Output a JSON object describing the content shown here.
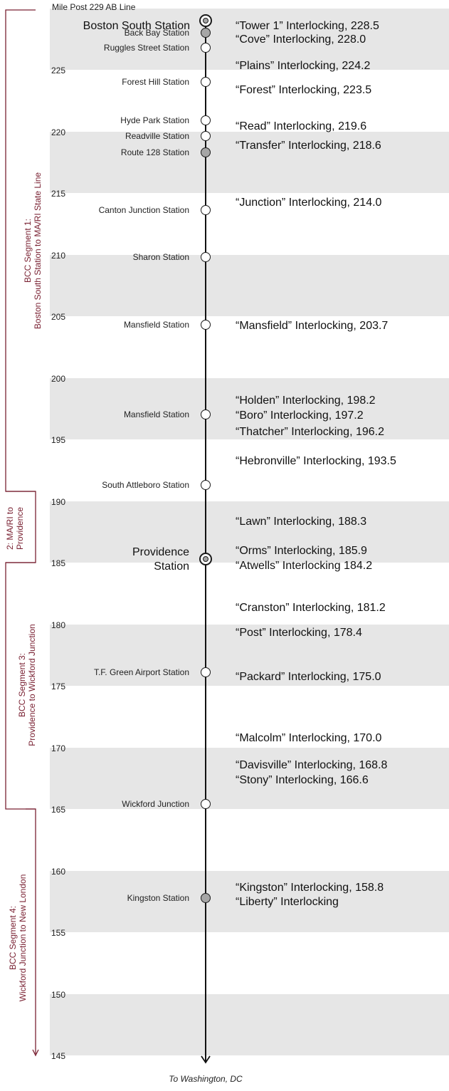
{
  "header": "Mile Post 229 AB Line",
  "footer": "To Washington, DC",
  "colors": {
    "band": "#e6e6e6",
    "segment": "#7a2233",
    "filled_station": "#a6a6a6"
  },
  "mileposts": [
    "225",
    "220",
    "215",
    "210",
    "205",
    "200",
    "195",
    "190",
    "185",
    "180",
    "175",
    "170",
    "165",
    "160",
    "155",
    "150",
    "145"
  ],
  "segments": [
    {
      "line1": "BCC Segment 1:",
      "line2": "Boston South Station to MA/RI State Line"
    },
    {
      "line1": "2: MA/RI to",
      "line2": "Providence"
    },
    {
      "line1": "BCC Segment 3:",
      "line2": "Providence to Wickford Junction"
    },
    {
      "line1": "BCC Segment 4:",
      "line2": "Wickford Junction to New London"
    }
  ],
  "stations": [
    {
      "name": "Boston South Station",
      "mp": 229,
      "marker": "major"
    },
    {
      "name": "Back Bay Station",
      "mp": 228.0,
      "marker": "filled"
    },
    {
      "name": "Ruggles Street Station",
      "mp": 226.8,
      "marker": "open"
    },
    {
      "name": "Forest Hill Station",
      "mp": 224.0,
      "marker": "open"
    },
    {
      "name": "Hyde Park Station",
      "mp": 220.9,
      "marker": "open"
    },
    {
      "name": "Readville Station",
      "mp": 219.6,
      "marker": "open"
    },
    {
      "name": "Route 128 Station",
      "mp": 218.3,
      "marker": "filled"
    },
    {
      "name": "Canton Junction Station",
      "mp": 213.6,
      "marker": "open"
    },
    {
      "name": "Sharon Station",
      "mp": 209.8,
      "marker": "open"
    },
    {
      "name": "Mansfield Station",
      "mp": 204.3,
      "marker": "open"
    },
    {
      "name": "Mansfield Station",
      "mp": 197.0,
      "marker": "open"
    },
    {
      "name": "South Attleboro Station",
      "mp": 191.3,
      "marker": "open"
    },
    {
      "name": "Providence Station",
      "mp": 185.3,
      "marker": "major"
    },
    {
      "name": "T.F. Green Airport Station",
      "mp": 176.1,
      "marker": "open"
    },
    {
      "name": "Wickford Junction",
      "mp": 165.4,
      "marker": "open"
    },
    {
      "name": "Kingston Station",
      "mp": 157.8,
      "marker": "filled"
    }
  ],
  "interlockings": [
    {
      "label": "“Tower 1” Interlocking, 228.5",
      "mp": 228.5
    },
    {
      "label": "“Cove” Interlocking, 228.0",
      "mp": 227.4
    },
    {
      "label": "“Plains” Interlocking, 224.2",
      "mp": 225.3
    },
    {
      "label": "“Forest” Interlocking, 223.5",
      "mp": 223.3
    },
    {
      "label": "“Read” Interlocking, 219.6",
      "mp": 220.4
    },
    {
      "label": "“Transfer” Interlocking, 218.6",
      "mp": 218.8
    },
    {
      "label": "“Junction” Interlocking, 214.0",
      "mp": 214.2
    },
    {
      "label": "“Mansfield” Interlocking, 203.7",
      "mp": 204.2
    },
    {
      "label": "“Holden” Interlocking, 198.2",
      "mp": 198.1
    },
    {
      "label": "“Boro” Interlocking, 197.2",
      "mp": 196.9
    },
    {
      "label": "“Thatcher” Interlocking, 196.2",
      "mp": 195.6
    },
    {
      "label": "“Hebronville” Interlocking, 193.5",
      "mp": 193.2
    },
    {
      "label": "“Lawn” Interlocking, 188.3",
      "mp": 188.3
    },
    {
      "label": "“Orms” Interlocking, 185.9",
      "mp": 185.9
    },
    {
      "label": "“Atwells” Interlocking 184.2",
      "mp": 184.7
    },
    {
      "label": "“Cranston” Interlocking, 181.2",
      "mp": 181.3
    },
    {
      "label": "“Post” Interlocking, 178.4",
      "mp": 179.3
    },
    {
      "label": "“Packard” Interlocking, 175.0",
      "mp": 175.7
    },
    {
      "label": "“Malcolm” Interlocking, 170.0",
      "mp": 170.7
    },
    {
      "label": "“Davisville” Interlocking, 168.8",
      "mp": 168.5
    },
    {
      "label": "“Stony” Interlocking, 166.6",
      "mp": 167.3
    },
    {
      "label": "“Kingston” Interlocking, 158.8",
      "mp": 158.6
    },
    {
      "label": "“Liberty” Interlocking",
      "mp": 157.4
    }
  ]
}
